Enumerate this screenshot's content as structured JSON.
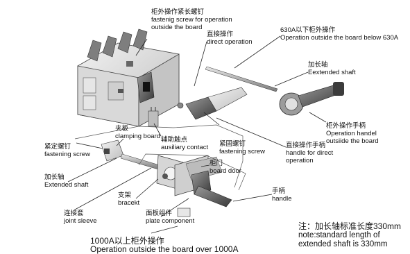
{
  "labels": {
    "fasten_screw_outside": {
      "zh": "柜外操作紧长螺钉",
      "en1": "fastenig screw for operation",
      "en2": "outside the board"
    },
    "below_630a": {
      "zh": "630A以下柜外操作",
      "en": "Operation outside the board below 630A"
    },
    "direct_operation": {
      "zh": "直接操作",
      "en": "direct operation"
    },
    "extended_shaft_top": {
      "zh": "加长轴",
      "en": "Eextended shaft"
    },
    "outside_handle": {
      "zh": "柜外操作手柄",
      "en1": "Operation handel",
      "en2": "outsiide the board"
    },
    "direct_handle": {
      "zh": "直接操作手柄",
      "en1": "handle for direct",
      "en2": "operation"
    },
    "fastening_screw_mid": {
      "zh": "紧固螺钉",
      "en": "fastening screw"
    },
    "auxiliary_contact": {
      "zh": "辅助触点",
      "en": "ausiliary contact"
    },
    "clamping_board": {
      "zh": "夹板",
      "en": "clamping board"
    },
    "fastening_screw_left": {
      "zh": "紧定螺钉",
      "en": "fastening screw"
    },
    "extended_shaft_left": {
      "zh": "加长轴",
      "en": "Extended shaft"
    },
    "board_door": {
      "zh": "柜门",
      "en": "board door"
    },
    "handle": {
      "zh": "手柄",
      "en": "handle"
    },
    "bracket": {
      "zh": "支架",
      "en": "bracekt"
    },
    "plate_component": {
      "zh": "面板组件",
      "en": "plate component"
    },
    "joint_sleeve": {
      "zh": "连接套",
      "en": "joint sleeve"
    }
  },
  "bottom_label": {
    "zh": "1000A以上柜外操作",
    "en": "Operation outside the board over 1000A"
  },
  "note": {
    "line1": "注：加长轴标准长度330mm",
    "line2": "note:standard length of",
    "line3": "extended shaft is 330mm"
  }
}
